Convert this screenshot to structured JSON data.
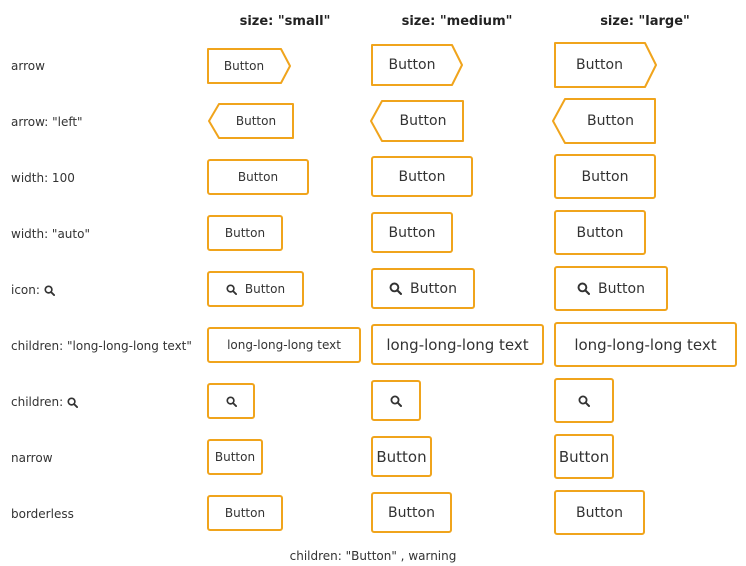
{
  "columns": [
    "size: \"small\"",
    "size: \"medium\"",
    "size: \"large\""
  ],
  "rows": [
    {
      "label": "arrow"
    },
    {
      "label": "arrow: \"left\""
    },
    {
      "label": "width: 100"
    },
    {
      "label": "width: \"auto\""
    },
    {
      "label": "icon:",
      "icon": "search-icon"
    },
    {
      "label": "children: \"long-long-long text\""
    },
    {
      "label": "children:",
      "icon": "search-icon"
    },
    {
      "label": "narrow"
    },
    {
      "label": "borderless"
    }
  ],
  "buttons": {
    "default_label": "Button",
    "long_label": "long-long-long text"
  },
  "footer": "children: \"Button\" , warning",
  "colors": {
    "accent": "#f0a41c",
    "text": "#333333"
  }
}
